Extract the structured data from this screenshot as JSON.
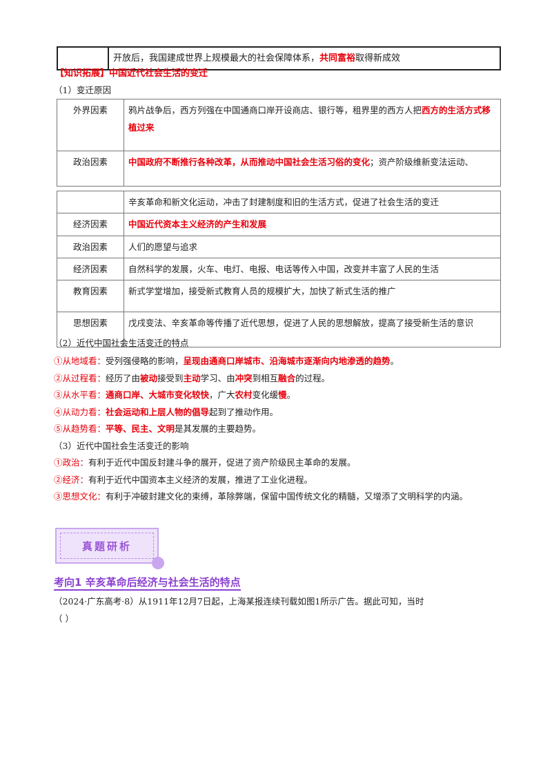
{
  "top_row": {
    "segments": [
      {
        "t": "开放后，我国建成世界上规模最大的社会保障体系，",
        "red": false
      },
      {
        "t": "共同富裕",
        "red": true
      },
      {
        "t": "取得新成效",
        "red": false
      }
    ]
  },
  "extension_heading": "【知识拓展】中国近代社会生活的变迁",
  "section1_title": "（1）变迁原因",
  "table1": [
    {
      "key": "外界因素",
      "segments": [
        {
          "t": "鸦片战争后，西方列强在中国通商口岸开设商店、银行等，租界里的西方人把",
          "red": false
        },
        {
          "t": "西方的生活方式移植过来",
          "red": true
        }
      ]
    },
    {
      "key": "政治因素",
      "segments": [
        {
          "t": "中国政府不断推行各种改革，从而推动中国社会生活习俗的变化",
          "red": true
        },
        {
          "t": "；资产阶级维新变法运动、",
          "red": false
        }
      ]
    }
  ],
  "table2": [
    {
      "key": "",
      "segments": [
        {
          "t": "辛亥革命和新文化运动，冲击了封建制度和旧的生活方式，促进了社会生活的变迁",
          "red": false
        }
      ]
    },
    {
      "key": "经济因素",
      "segments": [
        {
          "t": "中国近代资本主义经济的产生和发展",
          "red": true
        }
      ]
    },
    {
      "key": "政治因素",
      "segments": [
        {
          "t": "人们的愿望与追求",
          "red": false
        }
      ]
    },
    {
      "key": "经济因素",
      "segments": [
        {
          "t": "自然科学的发展，火车、电灯、电报、电话等传入中国，改变并丰富了人民的生活",
          "red": false
        }
      ]
    },
    {
      "key": "教育因素",
      "segments": [
        {
          "t": "新式学堂增加，接受新式教育人员的规模扩大，加快了新式生活的推广",
          "red": false
        }
      ]
    },
    {
      "key": "思想因素",
      "segments": [
        {
          "t": "戊戌变法、辛亥革命等传播了近代思想，促进了人民的思想解放，提高了接受新生活的意识",
          "red": false
        }
      ]
    }
  ],
  "section2_title": "（2）近代中国社会生活变迁的特点",
  "features": [
    {
      "label": "①从地域看：",
      "segments": [
        {
          "t": "受列强侵略的影响，",
          "red": false
        },
        {
          "t": "呈现由通商口岸城市、沿海城市逐渐向内地渗透的趋势",
          "red": true
        },
        {
          "t": "。",
          "red": false
        }
      ]
    },
    {
      "label": "②从过程看：",
      "segments": [
        {
          "t": "经历了由",
          "red": false
        },
        {
          "t": "被动",
          "red": true
        },
        {
          "t": "接受到",
          "red": false
        },
        {
          "t": "主动",
          "red": true
        },
        {
          "t": "学习、由",
          "red": false
        },
        {
          "t": "冲突",
          "red": true
        },
        {
          "t": "到相互",
          "red": false
        },
        {
          "t": "融合",
          "red": true
        },
        {
          "t": "的过程。",
          "red": false
        }
      ]
    },
    {
      "label": "③从水平看：",
      "segments": [
        {
          "t": "通商口岸、大城市变化较快",
          "red": true
        },
        {
          "t": "，广大",
          "red": false
        },
        {
          "t": "农村",
          "red": true
        },
        {
          "t": "变化缓",
          "red": false
        },
        {
          "t": "慢",
          "red": true
        },
        {
          "t": "。",
          "red": false
        }
      ]
    },
    {
      "label": "④从动力看：",
      "segments": [
        {
          "t": "社会运动和上层人物的倡导",
          "red": true
        },
        {
          "t": "起到了推动作用。",
          "red": false
        }
      ]
    },
    {
      "label": "⑤从趋势看：",
      "segments": [
        {
          "t": "平等、民主、文明",
          "red": true
        },
        {
          "t": "是其发展的主要趋势。",
          "red": false
        }
      ]
    }
  ],
  "section3_title": "（3）近代中国社会生活变迁的影响",
  "impacts": [
    {
      "label": "①政治：",
      "segments": [
        {
          "t": "有利于近代中国反封建斗争的展开，促进了资产阶级民主革命的发展。",
          "red": false
        }
      ]
    },
    {
      "label": "②经济：",
      "segments": [
        {
          "t": "有利于近代中国资本主义经济的发展，推进了工业化进程。",
          "red": false
        }
      ]
    },
    {
      "label": "③思想文化：",
      "segments": [
        {
          "t": "有利于冲破封建文化的束缚，革除弊端，保留中国传统文化的精髓，又增添了文明科学的内涵。",
          "red": false
        }
      ]
    }
  ],
  "banner": "真题研析",
  "topic_heading": "考向1  辛亥革命后经济与社会生活的特点",
  "question": "（2024·广东高考·8）从1911年12月7日起，上海某报连续刊载如图1所示广告。据此可知，当时",
  "answer_blank": "（        ）",
  "colors": {
    "red": "#e8000b",
    "purple": "#8a3fd1"
  }
}
